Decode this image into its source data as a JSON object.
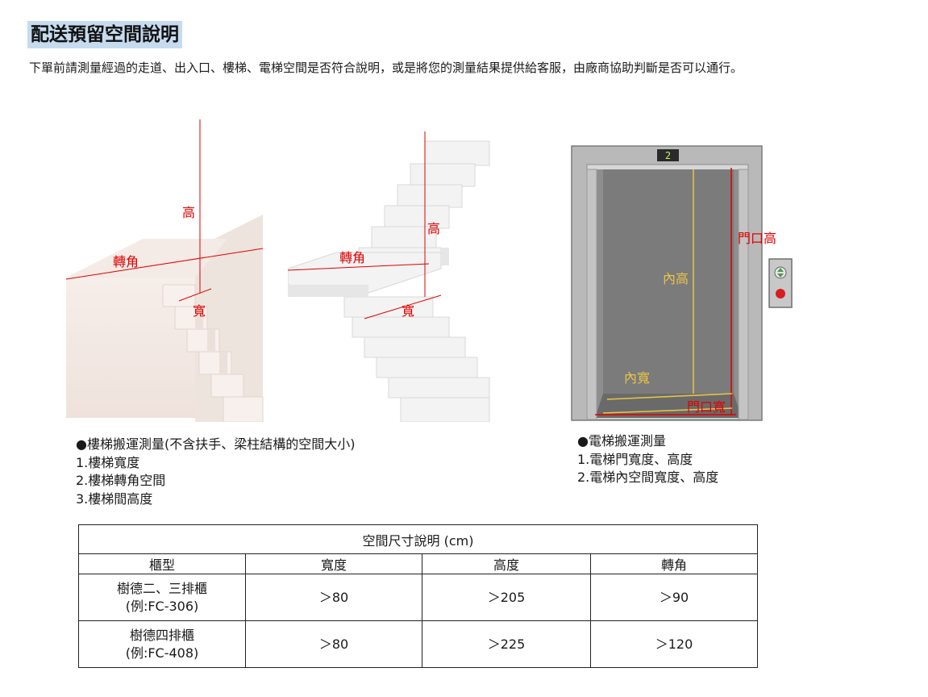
{
  "title": "配送預留空間說明",
  "intro": "下單前請測量經過的走道、出入口、樓梯、電梯空間是否符合說明，或是將您的測量結果提供給客服，由廠商協助判斷是否可以通行。",
  "stair_figures": {
    "labels": {
      "height": "高",
      "turn": "轉角",
      "width": "寬"
    }
  },
  "elevator_figure": {
    "floor_display": "2",
    "labels": {
      "door_height": "門口高",
      "inner_height": "內高",
      "inner_width": "內寬",
      "door_width": "門口寬"
    }
  },
  "stair_notes": {
    "heading": "●樓梯搬運測量(不含扶手、梁柱結構的空間大小)",
    "items": [
      "1.樓梯寬度",
      "2.樓梯轉角空間",
      "3.樓梯間高度"
    ]
  },
  "elevator_notes": {
    "heading": "●電梯搬運測量",
    "items": [
      "1.電梯門寬度、高度",
      "2.電梯內空間寬度、高度"
    ]
  },
  "table": {
    "caption": "空間尺寸說明 (cm)",
    "headers": [
      "櫃型",
      "寬度",
      "高度",
      "轉角"
    ],
    "rows": [
      {
        "type_line1": "樹德二、三排櫃",
        "type_line2": "(例:FC-306)",
        "width": "＞80",
        "height": "＞205",
        "turn": "＞90"
      },
      {
        "type_line1": "樹德四排櫃",
        "type_line2": "(例:FC-408)",
        "width": "＞80",
        "height": "＞225",
        "turn": "＞120"
      }
    ]
  },
  "colors": {
    "title_highlight": "#c6dbef",
    "measure_red": "#e00000",
    "measure_yellow": "#e8c547"
  }
}
